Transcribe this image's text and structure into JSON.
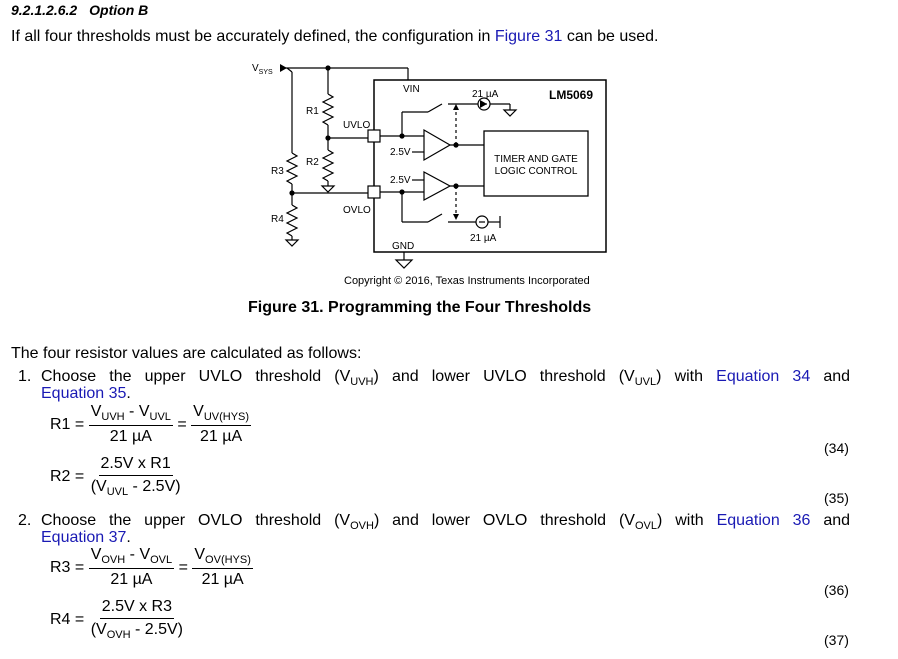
{
  "heading": {
    "number": "9.2.1.2.6.2",
    "title": "Option B"
  },
  "intro": {
    "before": "If all four thresholds must be accurately defined, the configuration in ",
    "link": "Figure 31",
    "after": " can be used."
  },
  "figure": {
    "chip_name": "LM5069",
    "pins": {
      "vin": "VIN",
      "uvlo": "UVLO",
      "ovlo": "OVLO",
      "gnd": "GND"
    },
    "vsys": {
      "main": "V",
      "sub": "SYS"
    },
    "resistors": [
      "R1",
      "R2",
      "R3",
      "R4"
    ],
    "ref_upper": "2.5V",
    "ref_lower": "2.5V",
    "current_upper": "21 µA",
    "current_lower": "21 µA",
    "logic_line1": "TIMER AND GATE",
    "logic_line2": "LOGIC CONTROL",
    "copyright": "Copyright © 2016, Texas Instruments Incorporated",
    "caption": "Figure 31.  Programming the Four Thresholds"
  },
  "body": {
    "lead": "The four resistor values are calculated as follows:",
    "item1": {
      "num": "1.",
      "t1": "Choose the upper UVLO threshold (V",
      "s1": "UVH",
      "t2": ") and lower UVLO threshold (V",
      "s2": "UVL",
      "t3": ") with ",
      "link1": "Equation 34",
      "t4": " and",
      "link2": "Equation 35",
      "t5": "."
    },
    "item2": {
      "num": "2.",
      "t1": "Choose the upper OVLO threshold (V",
      "s1": "OVH",
      "t2": ") and lower OVLO threshold (V",
      "s2": "OVL",
      "t3": ") with ",
      "link1": "Equation 36",
      "t4": " and",
      "link2": "Equation 37",
      "t5": "."
    }
  },
  "equations": {
    "eq34": {
      "lhs": "R1 =",
      "n1": "V",
      "n1s": "UVH",
      "nmid": " - V",
      "n2s": "UVL",
      "den": "21 µA",
      "eq": "=",
      "n3": "V",
      "n3s": "UV(HYS)",
      "den2": "21 µA",
      "number": "(34)"
    },
    "eq35": {
      "lhs": "R2 =",
      "num": "2.5V x R1",
      "d1": "(V",
      "ds": "UVL",
      "d2": " - 2.5V)",
      "number": "(35)"
    },
    "eq36": {
      "lhs": "R3 =",
      "n1": "V",
      "n1s": "OVH",
      "nmid": " - V",
      "n2s": "OVL",
      "den": "21 µA",
      "eq": "=",
      "n3": "V",
      "n3s": "OV(HYS)",
      "den2": "21 µA",
      "number": "(36)"
    },
    "eq37": {
      "lhs": "R4 =",
      "num": "2.5V x R3",
      "d1": "(V",
      "ds": "OVH",
      "d2": " - 2.5V)",
      "number": "(37)"
    }
  }
}
